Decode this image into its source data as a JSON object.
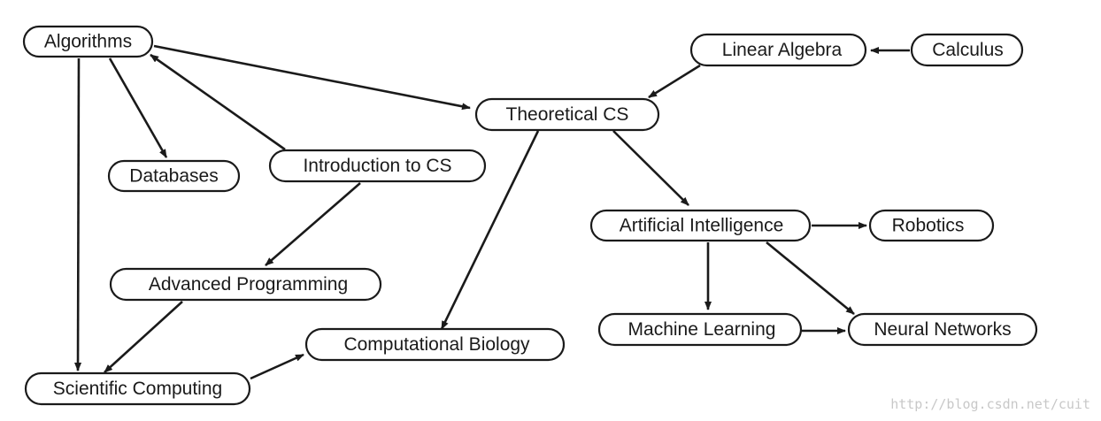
{
  "nodes": [
    {
      "id": "algorithms",
      "label": "Algorithms"
    },
    {
      "id": "databases",
      "label": "Databases"
    },
    {
      "id": "intro_cs",
      "label": "Introduction to CS"
    },
    {
      "id": "advanced_programming",
      "label": "Advanced Programming"
    },
    {
      "id": "scientific_computing",
      "label": "Scientific Computing"
    },
    {
      "id": "computational_biology",
      "label": "Computational Biology"
    },
    {
      "id": "theoretical_cs",
      "label": "Theoretical CS"
    },
    {
      "id": "linear_algebra",
      "label": "Linear Algebra"
    },
    {
      "id": "calculus",
      "label": "Calculus"
    },
    {
      "id": "artificial_intelligence",
      "label": "Artificial Intelligence"
    },
    {
      "id": "robotics",
      "label": "Robotics"
    },
    {
      "id": "machine_learning",
      "label": "Machine Learning"
    },
    {
      "id": "neural_networks",
      "label": "Neural Networks"
    }
  ],
  "edges": [
    {
      "from": "algorithms",
      "to": "theoretical_cs"
    },
    {
      "from": "algorithms",
      "to": "databases"
    },
    {
      "from": "algorithms",
      "to": "scientific_computing"
    },
    {
      "from": "intro_cs",
      "to": "algorithms"
    },
    {
      "from": "intro_cs",
      "to": "advanced_programming"
    },
    {
      "from": "advanced_programming",
      "to": "scientific_computing"
    },
    {
      "from": "scientific_computing",
      "to": "computational_biology"
    },
    {
      "from": "theoretical_cs",
      "to": "computational_biology"
    },
    {
      "from": "linear_algebra",
      "to": "theoretical_cs"
    },
    {
      "from": "calculus",
      "to": "linear_algebra"
    },
    {
      "from": "theoretical_cs",
      "to": "artificial_intelligence"
    },
    {
      "from": "artificial_intelligence",
      "to": "robotics"
    },
    {
      "from": "artificial_intelligence",
      "to": "machine_learning"
    },
    {
      "from": "artificial_intelligence",
      "to": "neural_networks"
    },
    {
      "from": "machine_learning",
      "to": "neural_networks"
    }
  ],
  "watermark": "http://blog.csdn.net/cuit"
}
